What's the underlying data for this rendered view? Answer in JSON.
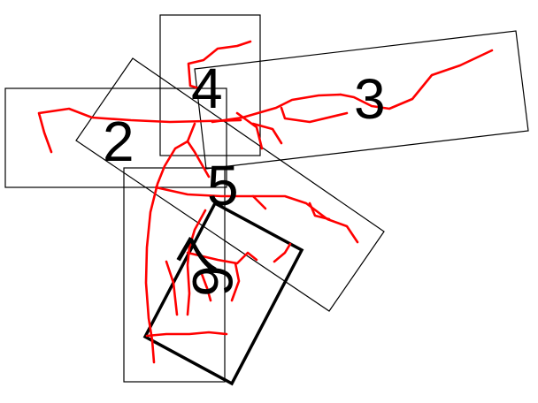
{
  "colors": {
    "background": "#ffffff",
    "box_stroke": "#000000",
    "trace_stroke": "#ff0000"
  },
  "boxes": [
    {
      "id": "2",
      "label": "2"
    },
    {
      "id": "3",
      "label": "3"
    },
    {
      "id": "4",
      "label": "4"
    },
    {
      "id": "5",
      "label": "5"
    },
    {
      "id": "6",
      "label": "6"
    },
    {
      "id": "7",
      "label": "7"
    }
  ]
}
